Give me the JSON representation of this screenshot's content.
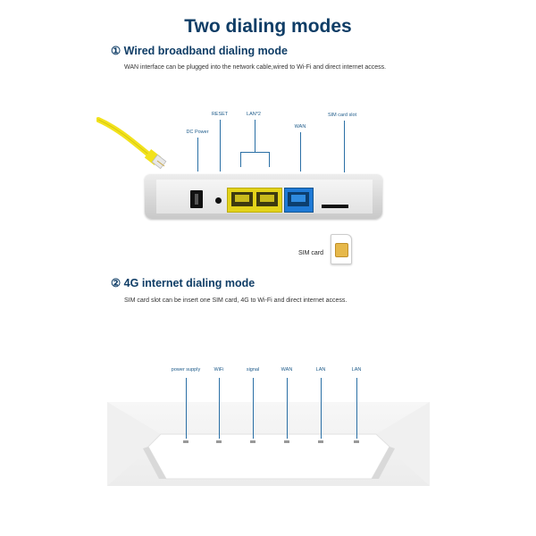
{
  "title": "Two dialing modes",
  "section1": {
    "heading": "① Wired broadband dialing mode",
    "description": "WAN interface can be plugged into the network cable,wired to Wi-Fi and direct internet access."
  },
  "router1": {
    "labels": {
      "reset": "RESET",
      "lan": "LAN*2",
      "sim_slot": "SIM card slot",
      "dc_power": "DC Power",
      "wan": "WAN"
    },
    "sim_card_label": "SIM card",
    "colors": {
      "lan_ports": "#e3d31a",
      "wan_port": "#1f7ad6",
      "cable": "#f2e21c"
    }
  },
  "section2": {
    "heading": "② 4G internet dialing mode",
    "description": "SIM card slot can be insert one SIM card, 4G to Wi-Fi and direct internet access."
  },
  "router2": {
    "labels": {
      "power_supply": "power supply",
      "wifi": "WiFi",
      "signal": "signal",
      "wan": "WAN",
      "lan1": "LAN",
      "lan2": "LAN"
    }
  }
}
